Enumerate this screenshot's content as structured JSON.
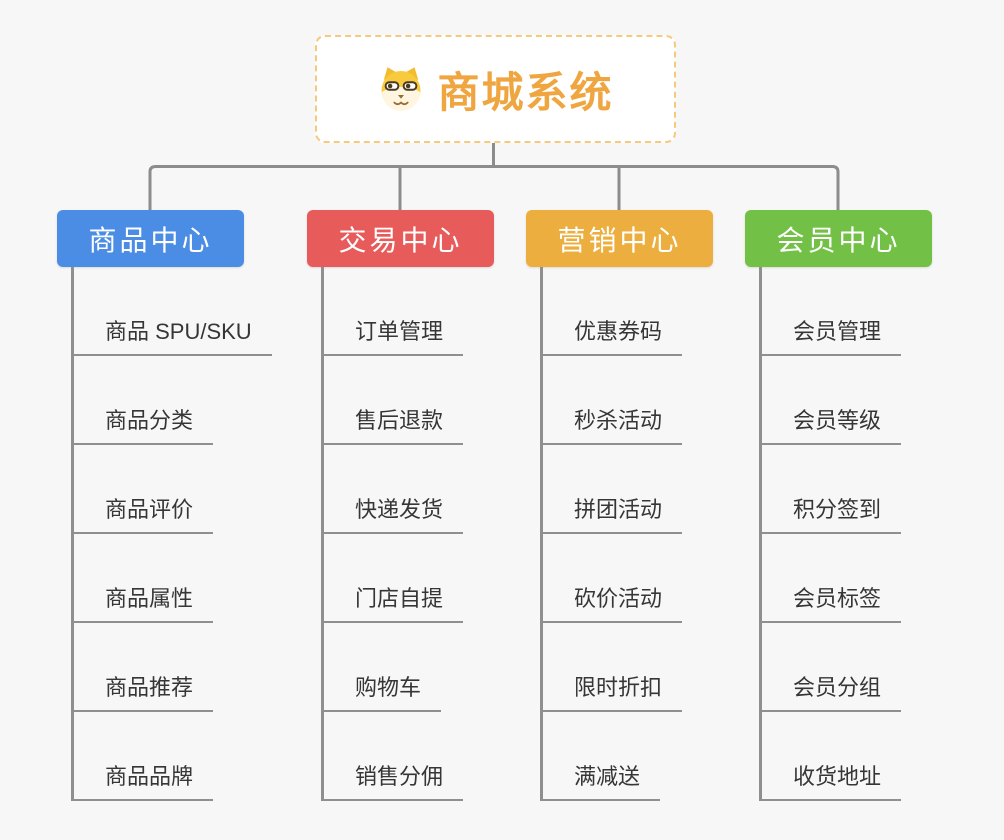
{
  "page": {
    "background": "#F7F7F7",
    "line_color": "#8C8C8C",
    "leaf_line_color": "#8F8F8F"
  },
  "root": {
    "title": "商城系统",
    "icon": "dog-face-icon",
    "title_color": "#F0A640",
    "border_color": "#F5CA7D",
    "background": "#FFFFFF"
  },
  "branches": [
    {
      "label": "商品中心",
      "color": "#4B8DE4",
      "children": [
        "商品 SPU/SKU",
        "商品分类",
        "商品评价",
        "商品属性",
        "商品推荐",
        "商品品牌"
      ]
    },
    {
      "label": "交易中心",
      "color": "#E75C5A",
      "children": [
        "订单管理",
        "售后退款",
        "快递发货",
        "门店自提",
        "购物车",
        "销售分佣"
      ]
    },
    {
      "label": "营销中心",
      "color": "#ECAF3F",
      "children": [
        "优惠券码",
        "秒杀活动",
        "拼团活动",
        "砍价活动",
        "限时折扣",
        "满减送"
      ]
    },
    {
      "label": "会员中心",
      "color": "#72C146",
      "children": [
        "会员管理",
        "会员等级",
        "积分签到",
        "会员标签",
        "会员分组",
        "收货地址"
      ]
    }
  ]
}
